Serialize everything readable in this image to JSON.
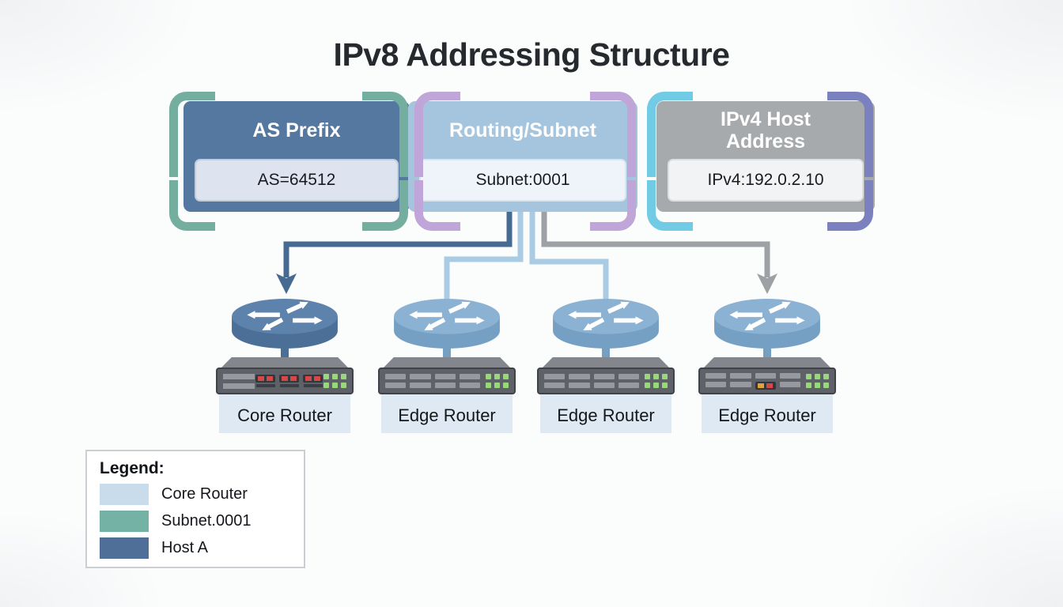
{
  "title": "IPv8 Addressing Structure",
  "address_fields": [
    {
      "label": "AS Prefix",
      "value": "AS=64512",
      "box_color": "#54789f",
      "value_bg": "#dde4ef",
      "value_border": "#c2cddc",
      "bracket_left_color": "#74ae9f",
      "bracket_right_color": "#74ae9f"
    },
    {
      "label": "Routing/Subnet",
      "value": "Subnet:0001",
      "box_color": "#a5c5df",
      "value_bg": "#eef4fa",
      "value_border": "#d9e6f0",
      "bracket_left_color": "#bfa5d8",
      "bracket_right_color": "#bfa5d8"
    },
    {
      "label": "IPv4 Host Address",
      "value": "IPv4:192.0.2.10",
      "box_color": "#a7aaad",
      "value_bg": "#f2f3f4",
      "value_border": "#dddfe1",
      "bracket_left_color": "#72cbe4",
      "bracket_right_color": "#7b80bf"
    }
  ],
  "connectors": [
    {
      "from": "AS Prefix",
      "to": "Core Router",
      "color": "#476a91",
      "arrowhead": true
    },
    {
      "from": "Routing/Subnet",
      "to": "Edge Router 1",
      "color": "#aacbe4",
      "arrowhead": false
    },
    {
      "from": "Routing/Subnet",
      "to": "Edge Router 2",
      "color": "#aacbe4",
      "arrowhead": false
    },
    {
      "from": "IPv4 Host Address",
      "to": "Edge Router 3",
      "color": "#9da0a4",
      "arrowhead": true
    }
  ],
  "routers": [
    {
      "label": "Core Router",
      "type": "core"
    },
    {
      "label": "Edge Router",
      "type": "edge"
    },
    {
      "label": "Edge Router",
      "type": "edge"
    },
    {
      "label": "Edge Router",
      "type": "edge"
    }
  ],
  "legend": {
    "title": "Legend:",
    "items": [
      {
        "label": "Core Router",
        "color": "#c9dcec"
      },
      {
        "label": "Subnet.0001",
        "color": "#73b2a4"
      },
      {
        "label": "Host A",
        "color": "#4f6f99"
      }
    ]
  },
  "colors": {
    "core_disk_top": "#5d82ab",
    "core_disk_side": "#4c6f97",
    "edge_disk_top": "#8cb2d3",
    "edge_disk_side": "#75a0c3",
    "label_plate": "#dfe9f3",
    "title_text": "#26292e",
    "background": "#fbfcfc"
  }
}
